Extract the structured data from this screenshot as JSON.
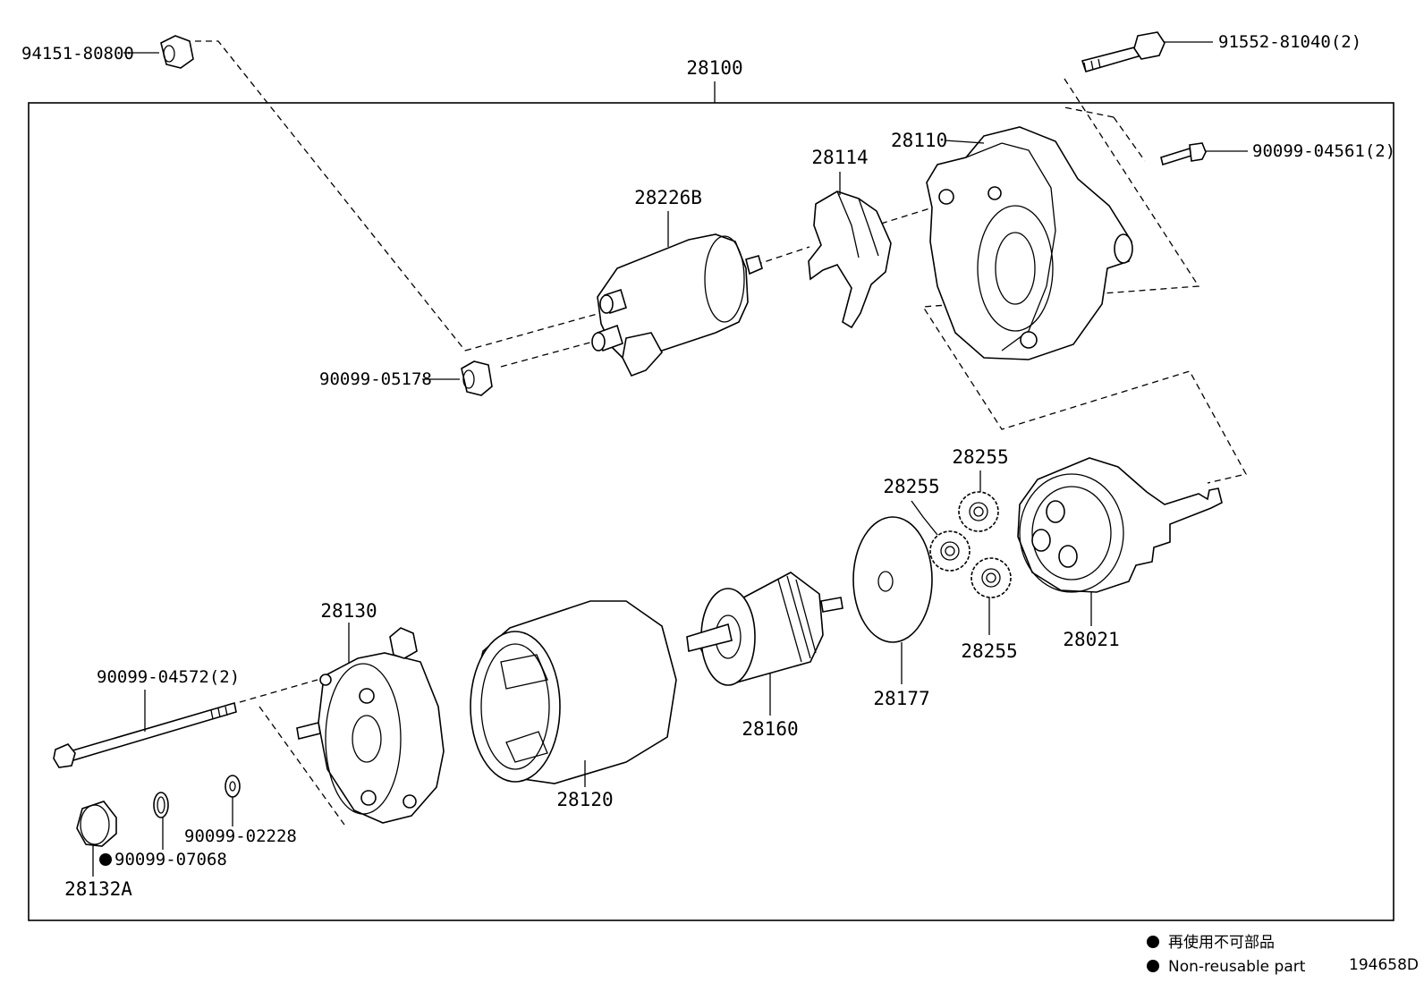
{
  "assembly": {
    "number": "28100"
  },
  "parts": {
    "p94151": "94151-80800",
    "p91552": "91552-81040(2)",
    "p90099_04561": "90099-04561(2)",
    "p28110": "28110",
    "p28114": "28114",
    "p28226B": "28226B",
    "p90099_05178": "90099-05178",
    "p28255_top": "28255",
    "p28255_mid": "28255",
    "p28255_bot": "28255",
    "p28021": "28021",
    "p28177": "28177",
    "p28160": "28160",
    "p28130": "28130",
    "p90099_04572": "90099-04572(2)",
    "p28120": "28120",
    "p90099_02228": "90099-02228",
    "p90099_07068": "90099-07068",
    "p28132A": "28132A"
  },
  "legend": {
    "jp": "再使用不可部品",
    "en": "Non-reusable part"
  },
  "diagram_id": "194658D"
}
